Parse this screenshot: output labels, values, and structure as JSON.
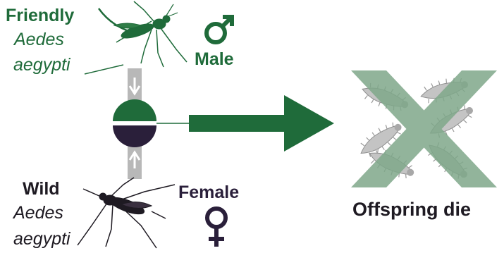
{
  "friendly": {
    "title": "Friendly",
    "species_line1": "Aedes",
    "species_line2": "aegypti",
    "sex_label": "Male",
    "sex_symbol": "male-symbol-icon"
  },
  "wild": {
    "title": "Wild",
    "species_line1": "Aedes",
    "species_line2": "aegypti",
    "sex_label": "Female",
    "sex_symbol": "female-symbol-icon"
  },
  "outcome": {
    "label": "Offspring die",
    "icon": "crossed-out-larvae-icon"
  },
  "colors": {
    "friendly_green": "#1f6b3a",
    "wild_purple": "#2a1f3a",
    "cross_green": "#7fa88a",
    "connector_gray": "#b8b8b8",
    "larva_gray": "#c4c4c4"
  }
}
